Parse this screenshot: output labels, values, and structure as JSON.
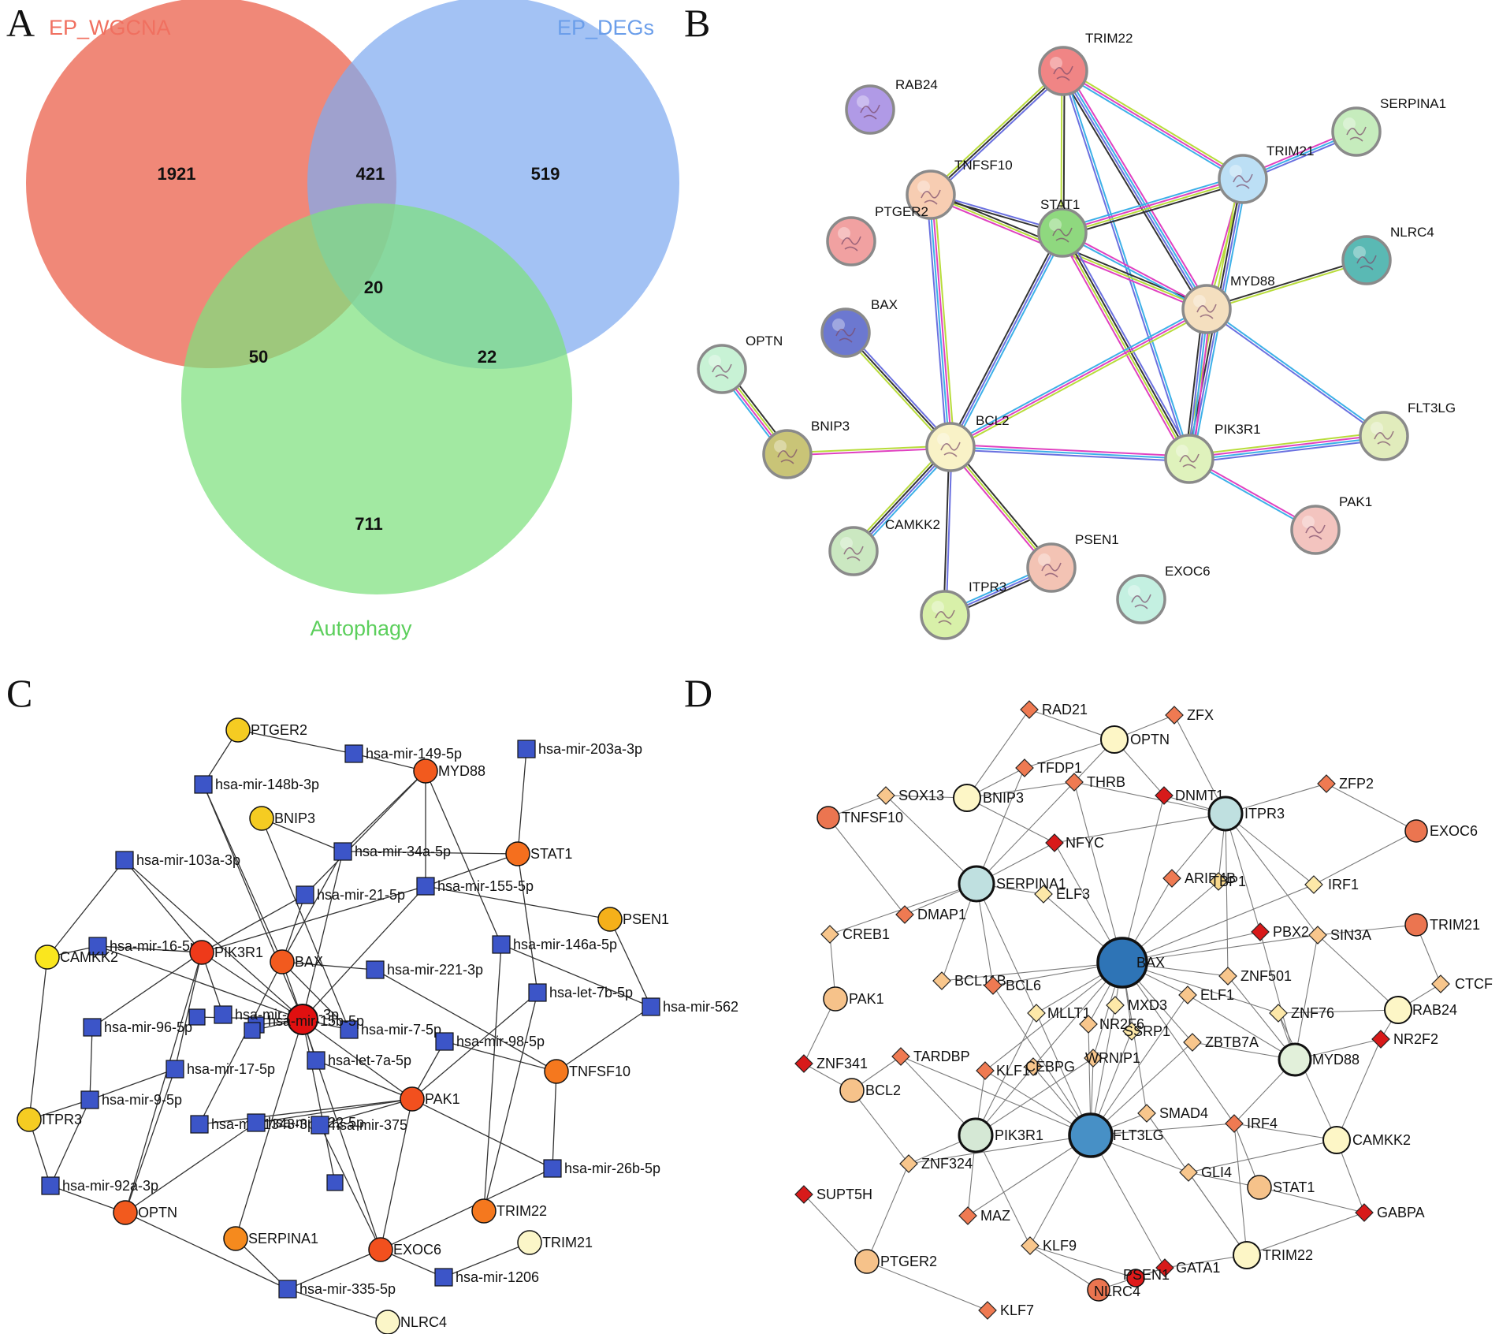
{
  "panels": {
    "a": {
      "letter": "A"
    },
    "b": {
      "letter": "B"
    },
    "c": {
      "letter": "C"
    },
    "d": {
      "letter": "D"
    }
  },
  "colors": {
    "wgcna": "#f08878",
    "degs": "#7faaf0",
    "autophagy": "#7ee07e",
    "mirna": "#3c55c8",
    "edge": "#333333"
  },
  "venn": {
    "sets": [
      {
        "key": "wgcna",
        "label": "EP_WGCNA",
        "color": "#f07060"
      },
      {
        "key": "degs",
        "label": "EP_DEGs",
        "color": "#6b9eea"
      },
      {
        "key": "autophagy",
        "label": "Autophagy",
        "color": "#5ccf5c"
      }
    ],
    "counts": {
      "wgcna_only": "1921",
      "wgcna_degs": "421",
      "degs_only": "519",
      "all_three": "20",
      "wgcna_autophagy": "50",
      "degs_autophagy": "22",
      "autophagy_only": "711"
    }
  },
  "ppi": {
    "nodes": [
      {
        "id": "TRIM22",
        "color": "#f08585"
      },
      {
        "id": "RAB24",
        "color": "#b09ae6"
      },
      {
        "id": "SERPINA1",
        "color": "#c6ecbd"
      },
      {
        "id": "TRIM21",
        "color": "#bcdff5"
      },
      {
        "id": "TNFSF10",
        "color": "#f7cdb2"
      },
      {
        "id": "PTGER2",
        "color": "#f1a1a1"
      },
      {
        "id": "STAT1",
        "color": "#8fd87f"
      },
      {
        "id": "NLRC4",
        "color": "#5ab9b4"
      },
      {
        "id": "MYD88",
        "color": "#f4dfbf"
      },
      {
        "id": "BAX",
        "color": "#6c78d0"
      },
      {
        "id": "OPTN",
        "color": "#c8f2d5"
      },
      {
        "id": "BNIP3",
        "color": "#c9c477"
      },
      {
        "id": "BCL2",
        "color": "#f9f2c7"
      },
      {
        "id": "PIK3R1",
        "color": "#dff2bc"
      },
      {
        "id": "FLT3LG",
        "color": "#e1ecbc"
      },
      {
        "id": "CAMKK2",
        "color": "#cbe8c1"
      },
      {
        "id": "PAK1",
        "color": "#f3c4bf"
      },
      {
        "id": "PSEN1",
        "color": "#f3c3b4"
      },
      {
        "id": "EXOC6",
        "color": "#c4f0e1"
      },
      {
        "id": "ITPR3",
        "color": "#d8f0a9"
      }
    ],
    "edges": [
      [
        "TRIM22",
        "STAT1"
      ],
      [
        "TRIM22",
        "TRIM21"
      ],
      [
        "TRIM22",
        "MYD88"
      ],
      [
        "TRIM22",
        "PIK3R1"
      ],
      [
        "TRIM22",
        "TNFSF10"
      ],
      [
        "TRIM21",
        "STAT1"
      ],
      [
        "TRIM21",
        "MYD88"
      ],
      [
        "TRIM21",
        "SERPINA1"
      ],
      [
        "TRIM21",
        "PIK3R1"
      ],
      [
        "TNFSF10",
        "STAT1"
      ],
      [
        "TNFSF10",
        "MYD88"
      ],
      [
        "TNFSF10",
        "BCL2"
      ],
      [
        "STAT1",
        "MYD88"
      ],
      [
        "STAT1",
        "BCL2"
      ],
      [
        "STAT1",
        "PIK3R1"
      ],
      [
        "MYD88",
        "NLRC4"
      ],
      [
        "MYD88",
        "BCL2"
      ],
      [
        "MYD88",
        "PIK3R1"
      ],
      [
        "MYD88",
        "FLT3LG"
      ],
      [
        "BAX",
        "BCL2"
      ],
      [
        "OPTN",
        "BNIP3"
      ],
      [
        "BNIP3",
        "BCL2"
      ],
      [
        "BCL2",
        "PIK3R1"
      ],
      [
        "BCL2",
        "CAMKK2"
      ],
      [
        "BCL2",
        "ITPR3"
      ],
      [
        "BCL2",
        "PSEN1"
      ],
      [
        "PIK3R1",
        "FLT3LG"
      ],
      [
        "PIK3R1",
        "PAK1"
      ],
      [
        "ITPR3",
        "PSEN1"
      ]
    ]
  },
  "mirna_net": {
    "genes": [
      {
        "id": "PTGER2",
        "color": "#f5cc22"
      },
      {
        "id": "BNIP3",
        "color": "#f5cc22"
      },
      {
        "id": "MYD88",
        "color": "#f25a1e"
      },
      {
        "id": "STAT1",
        "color": "#f56f1e"
      },
      {
        "id": "PSEN1",
        "color": "#f5b01a"
      },
      {
        "id": "CAMKK2",
        "color": "#fae61e"
      },
      {
        "id": "PIK3R1",
        "color": "#ee3a1a"
      },
      {
        "id": "BAX",
        "color": "#f25a1e"
      },
      {
        "id": "ITPR3",
        "color": "#f5cc22"
      },
      {
        "id": "TNFSF10",
        "color": "#f5781e"
      },
      {
        "id": "PAK1",
        "color": "#f2501e"
      },
      {
        "id": "OPTN",
        "color": "#f25a1e"
      },
      {
        "id": "SERPINA1",
        "color": "#f58a1e"
      },
      {
        "id": "EXOC6",
        "color": "#f2501e"
      },
      {
        "id": "TRIM22",
        "color": "#f5781e"
      },
      {
        "id": "TRIM21",
        "color": "#fbf6c8"
      },
      {
        "id": "NLRC4",
        "color": "#fbf6c8"
      }
    ],
    "hub": {
      "id": "hsa-mir-15b-5p",
      "color": "#e01010"
    },
    "mirnas": [
      "hsa-mir-149-5p",
      "hsa-mir-203a-3p",
      "hsa-mir-148b-3p",
      "hsa-mir-34a-5p",
      "hsa-mir-103a-3p",
      "hsa-mir-155-5p",
      "hsa-mir-21-5p",
      "hsa-mir-16-5p",
      "hsa-mir-146a-5p",
      "hsa-mir-221-3p",
      "hsa-let-7b-5p",
      "hsa-mir-562",
      "hsa-mir-148a-3p",
      "hsa-mir-96-5p",
      "hsa-mir-7-5p",
      "hsa-mir-98-5p",
      "hsa-let-7a-5p",
      "hsa-mir-17-5p",
      "hsa-mir-9-5p",
      "hsa-mir-1343-3p",
      "hsa-mir-122-5p",
      "hsa-mir-375",
      "hsa-mir-26b-5p",
      "hsa-mir-92a-3p",
      "hsa-mir-335-5p",
      "hsa-mir-1206"
    ]
  },
  "tf_net": {
    "genes": [
      {
        "id": "OPTN"
      },
      {
        "id": "BNIP3"
      },
      {
        "id": "ITPR3"
      },
      {
        "id": "TNFSF10"
      },
      {
        "id": "EXOC6"
      },
      {
        "id": "SERPINA1"
      },
      {
        "id": "TRIM21"
      },
      {
        "id": "BAX"
      },
      {
        "id": "PAK1"
      },
      {
        "id": "RAB24"
      },
      {
        "id": "MYD88"
      },
      {
        "id": "BCL2"
      },
      {
        "id": "PIK3R1"
      },
      {
        "id": "FLT3LG"
      },
      {
        "id": "CAMKK2"
      },
      {
        "id": "STAT1"
      },
      {
        "id": "PTGER2"
      },
      {
        "id": "TRIM22"
      },
      {
        "id": "NLRC4"
      },
      {
        "id": "PSEN1"
      }
    ],
    "tfs": [
      "RAD21",
      "ZFX",
      "TFDP1",
      "THRB",
      "SOX13",
      "DNMT1",
      "ZFP2",
      "NFYC",
      "ARID4B",
      "TBP1",
      "IRF1",
      "ELF3",
      "DMAP1",
      "CREB1",
      "PBX2",
      "SIN3A",
      "CTCF",
      "BCL11B",
      "BCL6",
      "ZNF501",
      "MXD3",
      "ELF1",
      "MLLT1",
      "NR2F6",
      "SSRP1",
      "ZNF76",
      "NR2F2",
      "ZBTB7A",
      "TARDBP",
      "WRNIP1",
      "ZNF341",
      "KLF13",
      "CEBPG",
      "SMAD4",
      "IRF4",
      "ZNF324",
      "GLI4",
      "SUPT5H",
      "MAZ",
      "GABPA",
      "KLF9",
      "GATA1",
      "KLF7"
    ]
  }
}
